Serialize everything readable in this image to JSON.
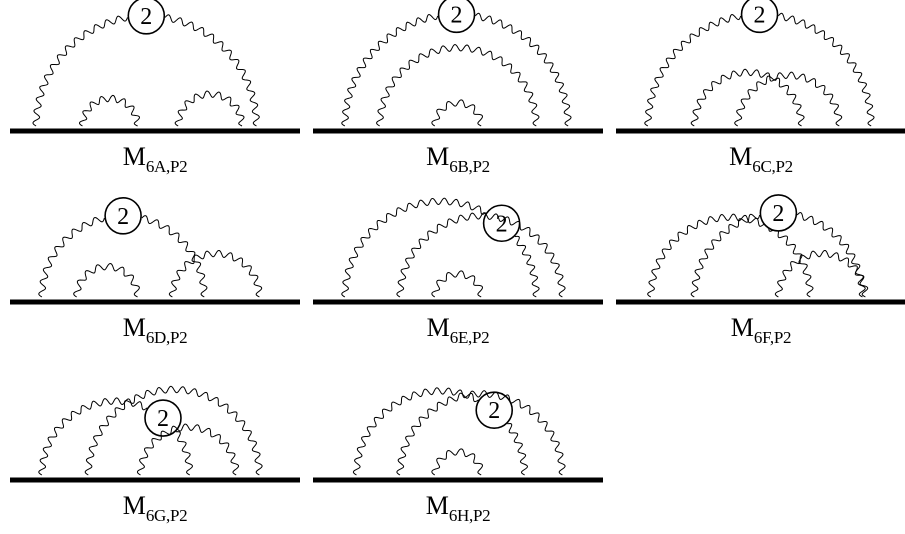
{
  "insertion_label": "2",
  "diagrams": [
    {
      "id": "6A",
      "label_main": "M",
      "label_sub": "6A,P2",
      "photons": [
        [
          0.09,
          0.85,
          "I"
        ],
        [
          0.25,
          0.44,
          ""
        ],
        [
          0.58,
          0.8,
          ""
        ]
      ]
    },
    {
      "id": "6B",
      "label_main": "M",
      "label_sub": "6B,P2",
      "photons": [
        [
          0.11,
          0.88,
          "I"
        ],
        [
          0.23,
          0.77,
          ""
        ],
        [
          0.42,
          0.58,
          ""
        ]
      ]
    },
    {
      "id": "6C",
      "label_main": "M",
      "label_sub": "6C,P2",
      "photons": [
        [
          0.11,
          0.88,
          "I"
        ],
        [
          0.27,
          0.64,
          ""
        ],
        [
          0.42,
          0.77,
          ""
        ]
      ]
    },
    {
      "id": "6D",
      "label_main": "M",
      "label_sub": "6D,P2",
      "photons": [
        [
          0.11,
          0.67,
          "I"
        ],
        [
          0.23,
          0.44,
          ""
        ],
        [
          0.56,
          0.86,
          ""
        ]
      ]
    },
    {
      "id": "6E",
      "label_main": "M",
      "label_sub": "6E,P2",
      "photons": [
        [
          0.11,
          0.77,
          "L"
        ],
        [
          0.3,
          0.86,
          ""
        ],
        [
          0.42,
          0.58,
          ""
        ]
      ]
    },
    {
      "id": "6F",
      "label_main": "M",
      "label_sub": "6F,P2",
      "photons": [
        [
          0.12,
          0.67,
          ""
        ],
        [
          0.27,
          0.85,
          "I"
        ],
        [
          0.56,
          0.86,
          ""
        ]
      ]
    },
    {
      "id": "6G",
      "label_main": "M",
      "label_sub": "6G,P2",
      "photons": [
        [
          0.11,
          0.62,
          "L"
        ],
        [
          0.27,
          0.86,
          ""
        ],
        [
          0.45,
          0.78,
          ""
        ]
      ]
    },
    {
      "id": "6H",
      "label_main": "M",
      "label_sub": "6H,P2",
      "photons": [
        [
          0.15,
          0.73,
          "L"
        ],
        [
          0.3,
          0.86,
          ""
        ],
        [
          0.42,
          0.58,
          ""
        ]
      ]
    }
  ]
}
